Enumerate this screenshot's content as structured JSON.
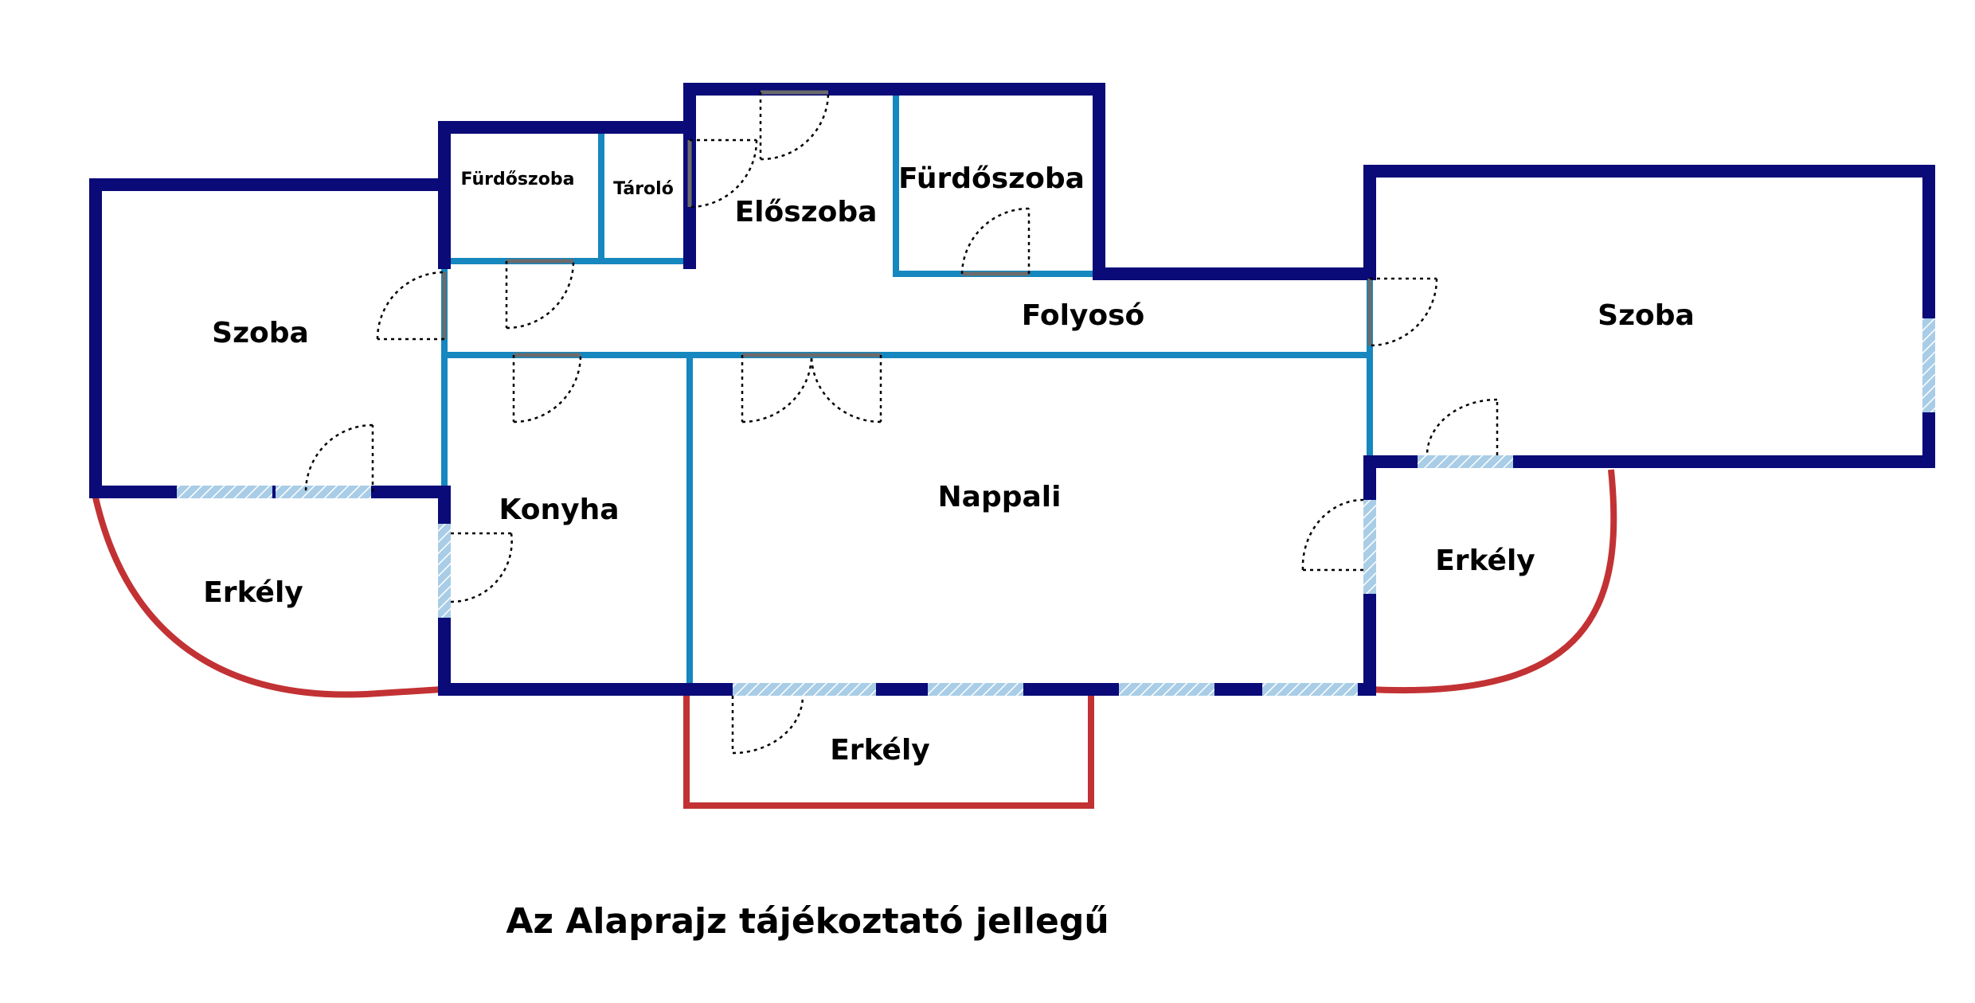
{
  "colors": {
    "exterior_wall": "#0a0a78",
    "interior_wall": "#1687bf",
    "balcony_rail": "#c23234",
    "window_fill": "#a9cde6",
    "window_hatch": "#ffffff",
    "door": "#000000"
  },
  "rooms": {
    "szoba_left": "Szoba",
    "erkely_left": "Erkély",
    "furdoszoba_small": "Fürdőszoba",
    "tarolo": "Tároló",
    "eloszoba": "Előszoba",
    "furdoszoba_large": "Fürdőszoba",
    "folyoso": "Folyosó",
    "konyha": "Konyha",
    "nappali": "Nappali",
    "erkely_bottom": "Erkély",
    "szoba_right": "Szoba",
    "erkely_right": "Erkély"
  },
  "caption": "Az Alaprajz tájékoztató jellegű"
}
